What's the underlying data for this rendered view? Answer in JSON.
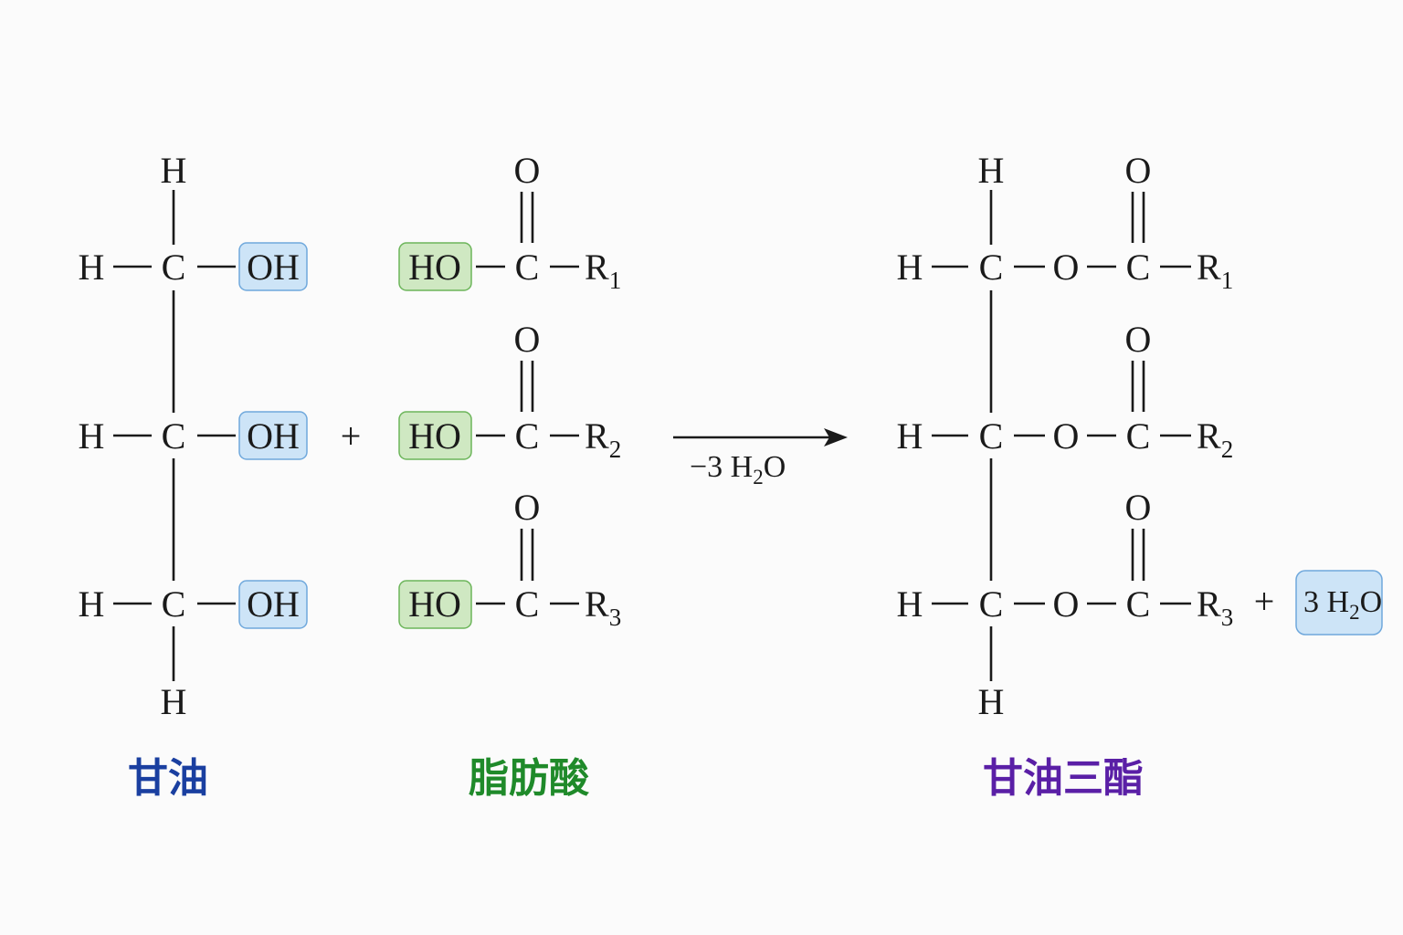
{
  "atoms": {
    "H": "H",
    "C": "C",
    "O": "O",
    "OH": "OH",
    "HO": "HO",
    "R": "R"
  },
  "substituents": [
    "1",
    "2",
    "3"
  ],
  "plus_sign": "+",
  "reaction_arrow": {
    "condition_prefix": "−3 H",
    "condition_subscript": "2",
    "condition_suffix": "O"
  },
  "water_product": {
    "coefficient": "3 H",
    "subscript": "2",
    "suffix": "O"
  },
  "labels": {
    "glycerol": "甘油",
    "fatty_acid": "脂肪酸",
    "triglyceride": "甘油三酯"
  },
  "colors": {
    "glycerol_label": "#1a3fa0",
    "fatty_acid_label": "#1f8a2a",
    "triglyceride_label": "#5a1fa6",
    "oh_highlight_fill": "#cde4f7",
    "oh_highlight_stroke": "#6fa8dc",
    "ho_highlight_fill": "#cfe8c2",
    "ho_highlight_stroke": "#6cb55a",
    "water_highlight_fill": "#cde4f7",
    "water_highlight_stroke": "#6fa8dc"
  }
}
